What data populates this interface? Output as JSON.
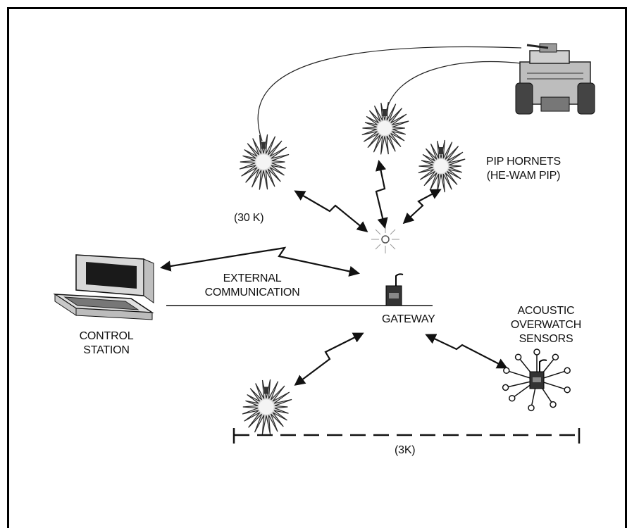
{
  "labels": {
    "pip_hornets_line1": "PIP HORNETS",
    "pip_hornets_line2": "(HE-WAM PIP)",
    "range_30k": "(30 K)",
    "external_line1": "EXTERNAL",
    "external_line2": "COMMUNICATION",
    "gateway": "GATEWAY",
    "control_line1": "CONTROL",
    "control_line2": "STATION",
    "acoustic_line1": "ACOUSTIC",
    "acoustic_line2": "OVERWATCH",
    "acoustic_line3": "SENSORS",
    "range_3k": "(3K)"
  },
  "colors": {
    "ink": "#111111",
    "burst": "#2a2a2a",
    "screen": "#1a1a1a"
  }
}
